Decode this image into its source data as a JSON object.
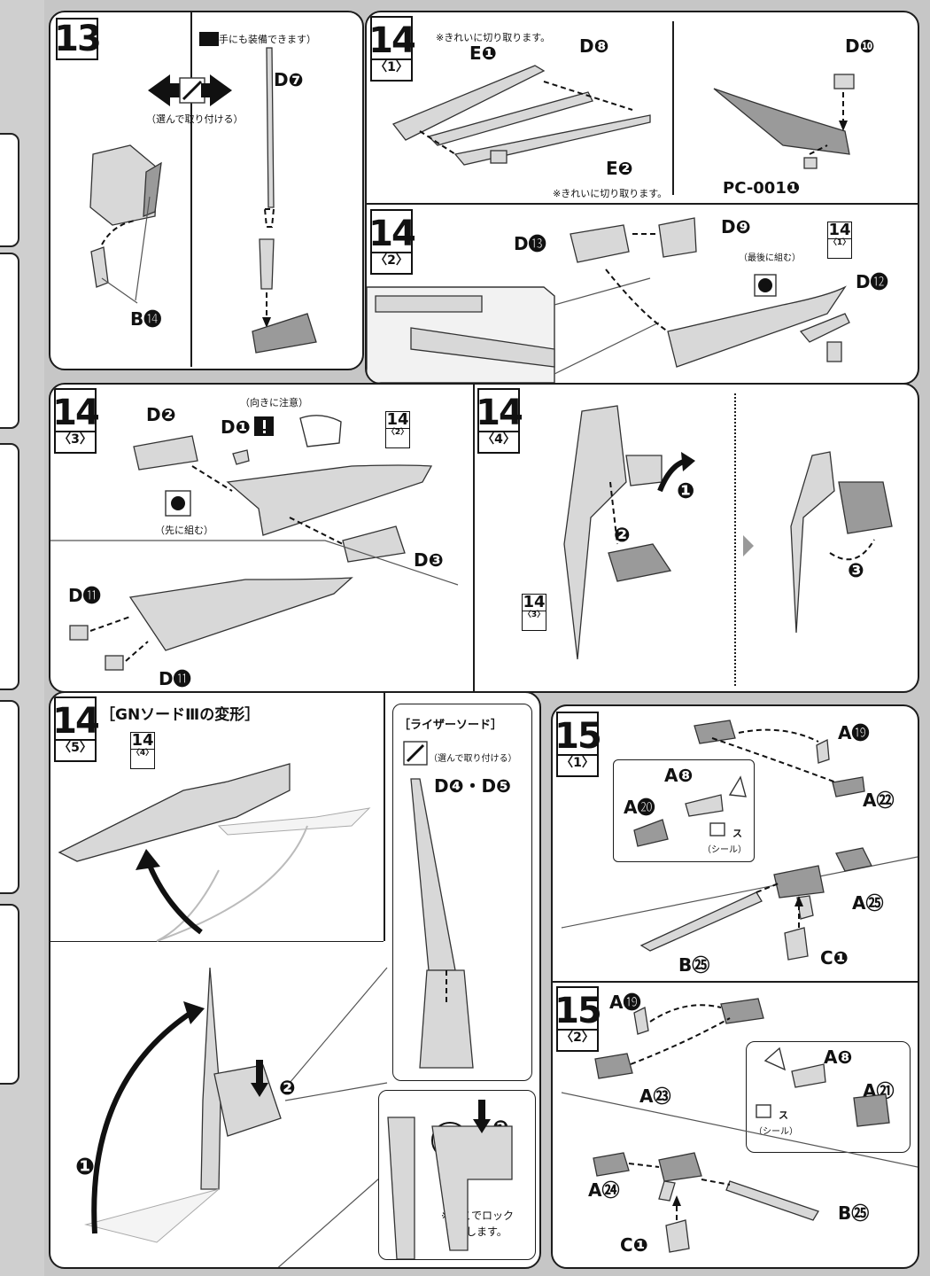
{
  "steps": {
    "s13": {
      "num": "13",
      "note_left_hand": "（左手にも装備できます）",
      "note_choose": "（選んで取り付ける）",
      "parts": {
        "d7": "D❼",
        "b14": "B⓮"
      }
    },
    "s14_1": {
      "num": "14",
      "sub": "〈1〉",
      "note_cut_top": "※きれいに切り取ります。",
      "note_cut_bottom": "※きれいに切り取ります。",
      "parts": {
        "e1": "E❶",
        "d8": "D❽",
        "e2": "E❷",
        "d10": "D❿",
        "pc": "PC-001❶"
      }
    },
    "s14_2": {
      "num": "14",
      "sub": "〈2〉",
      "note_last": "（最後に組む）",
      "parts": {
        "d13": "D⓭",
        "d9": "D❾",
        "d12": "D⓬"
      },
      "ref": {
        "num": "14",
        "sub": "〈1〉"
      }
    },
    "s14_3": {
      "num": "14",
      "sub": "〈3〉",
      "note_direction": "（向きに注意）",
      "note_first": "（先に組む）",
      "parts": {
        "d2": "D❷",
        "d1": "D❶",
        "d3": "D❸",
        "d11a": "D⓫",
        "d11b": "D⓫"
      },
      "ref": {
        "num": "14",
        "sub": "〈2〉"
      }
    },
    "s14_4": {
      "num": "14",
      "sub": "〈4〉",
      "ref": {
        "num": "14",
        "sub": "〈3〉"
      },
      "markers": [
        "❶",
        "❷",
        "❸"
      ]
    },
    "s14_5": {
      "num": "14",
      "sub": "〈5〉",
      "title": "［GNソードⅢの変形］",
      "ref": {
        "num": "14",
        "sub": "〈4〉"
      },
      "riser_title": "［ライザーソード］",
      "note_choose": "（選んで取り付ける）",
      "parts": {
        "d4d5": "D❹・D❺"
      },
      "lock_note_1": "※ここでロック",
      "lock_note_2": "します。",
      "markers": [
        "❶",
        "❷",
        "❷"
      ]
    },
    "s15_1": {
      "num": "15",
      "sub": "〈1〉",
      "sticker_label": "ス",
      "sticker_note": "（シール）",
      "parts": {
        "a19": "A⓳",
        "a22": "A㉒",
        "a8": "A❽",
        "a20": "A⓴",
        "a25": "A㉕",
        "b25": "B㉕",
        "c1": "C❶"
      }
    },
    "s15_2": {
      "num": "15",
      "sub": "〈2〉",
      "sticker_label": "ス",
      "sticker_note": "（シール）",
      "parts": {
        "a19": "A⓳",
        "a23": "A㉓",
        "a8": "A❽",
        "a21": "A㉑",
        "a24": "A㉔",
        "b25": "B㉕",
        "c1": "C❶"
      }
    }
  }
}
